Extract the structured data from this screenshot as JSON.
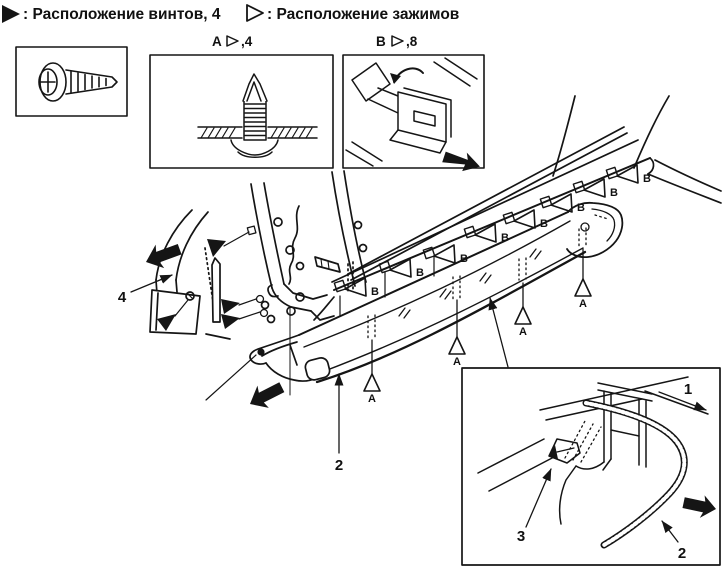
{
  "legend": {
    "screws": ": Расположение винтов, 4",
    "clips": ": Расположение зажимов"
  },
  "details": {
    "a_letter": "A",
    "a_count": ",4",
    "b_letter": "B",
    "b_count": ",8"
  },
  "markers": {
    "a": "A",
    "b": "B"
  },
  "parts": {
    "p1": "1",
    "p2": "2",
    "p3": "3",
    "p4": "4"
  },
  "colors": {
    "ink": "#151515",
    "paper": "#ffffff"
  }
}
